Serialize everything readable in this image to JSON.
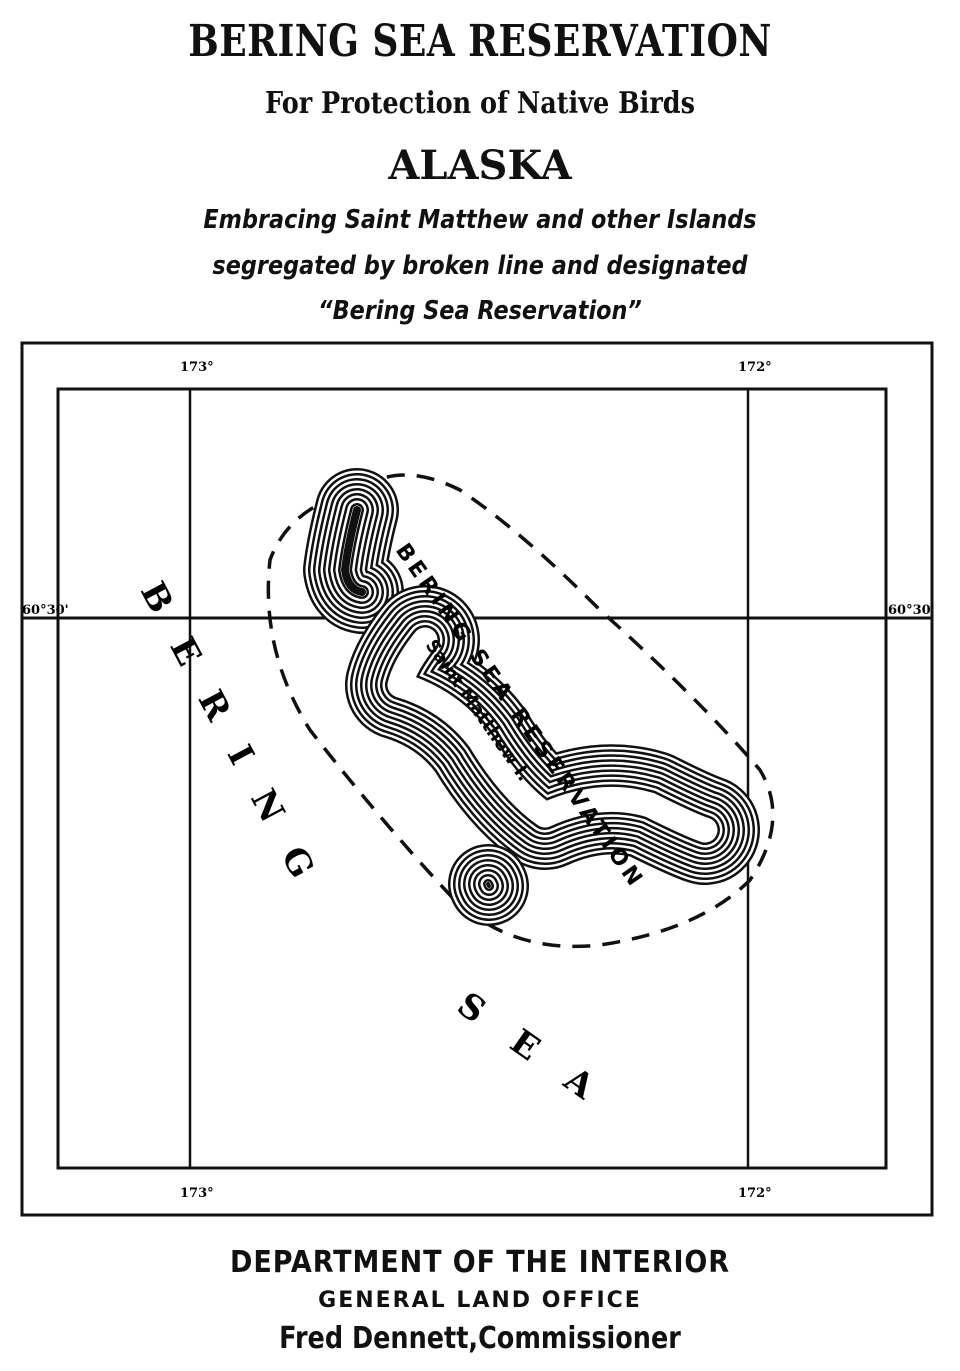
{
  "header": {
    "title": "BERING SEA RESERVATION",
    "subtitle": "For Protection of Native Birds",
    "region": "ALASKA",
    "description": [
      "Embracing Saint Matthew and other Islands",
      "segregated by broken line and designated",
      "“Bering Sea Reservation”"
    ]
  },
  "map": {
    "lon_labels": {
      "top_left": "173°",
      "top_right": "172°",
      "bottom_left": "173°",
      "bottom_right": "172°"
    },
    "lat_labels": {
      "left": "60°30'",
      "right": "60°30'"
    },
    "sea_label_1": "BERING",
    "sea_label_2": "SEA",
    "reservation_label": "BERING SEA RESERVATION",
    "island_label": "Saint Matthew I."
  },
  "footer": {
    "department": "DEPARTMENT OF THE INTERIOR",
    "office": "GENERAL LAND OFFICE",
    "commissioner": "Fred Dennett,Commissioner"
  }
}
